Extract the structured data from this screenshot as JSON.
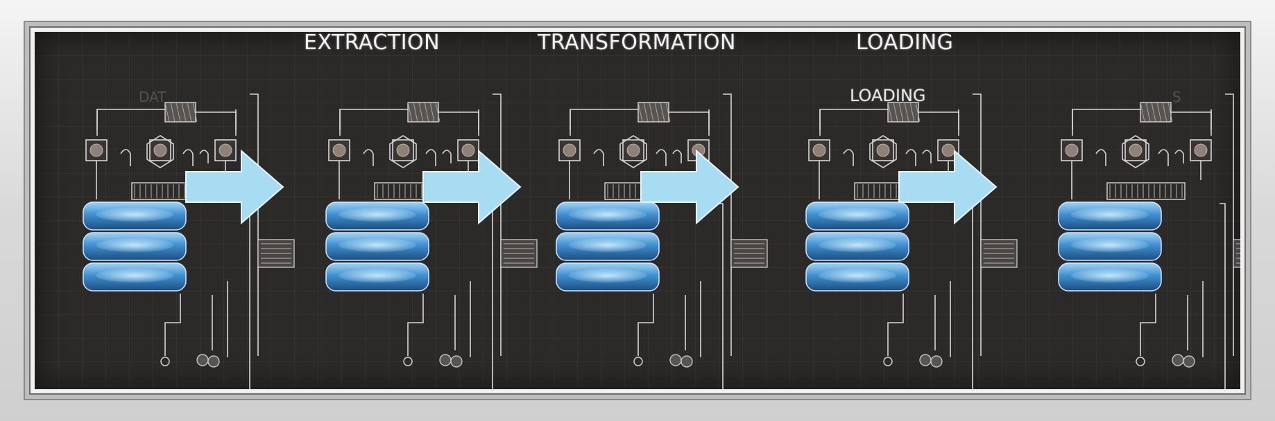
{
  "stages": {
    "extraction": "EXTRACTION",
    "transformation": "TRANSFORMATION",
    "loading": "LOADING"
  },
  "sub_label": "LOADING",
  "faint_label": "DAT",
  "faint_letter": "S",
  "colors": {
    "board": "#2c2a29",
    "chalk": "#d8d8d8",
    "arrow": "#a8dcf3",
    "database": "#3f8fd0"
  }
}
